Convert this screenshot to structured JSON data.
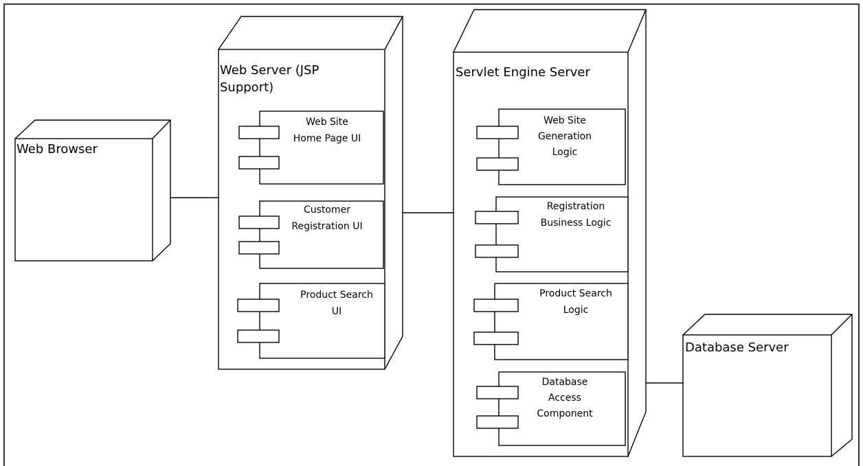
{
  "diagram": {
    "nodes": {
      "web_browser": {
        "label": "Web Browser"
      },
      "web_server": {
        "label_line1": "Web Server (JSP",
        "label_line2": "Support)"
      },
      "servlet_engine": {
        "label": "Servlet Engine Server"
      },
      "database_server": {
        "label": "Database Server"
      }
    },
    "components": {
      "home_page_ui": {
        "line1": "Web Site",
        "line2": "Home Page UI"
      },
      "customer_registration_ui": {
        "line1": "Customer",
        "line2": "Registration UI"
      },
      "product_search_ui": {
        "line1": "Product Search",
        "line2": "UI"
      },
      "generation_logic": {
        "line1": "Web Site",
        "line2": "Generation",
        "line3": "Logic"
      },
      "registration_logic": {
        "line1": "Registration",
        "line2": "Business Logic"
      },
      "product_search_logic": {
        "line1": "Product Search",
        "line2": "Logic"
      },
      "database_access": {
        "line1": "Database",
        "line2": "Access",
        "line3": "Component"
      }
    }
  }
}
